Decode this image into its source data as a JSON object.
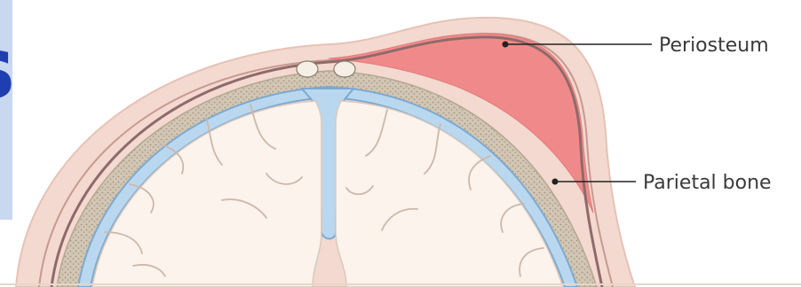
{
  "labels": {
    "periosteum": "Periosteum",
    "parietal_bone": "Parietal bone"
  },
  "side_panel": {
    "glyph": "s"
  },
  "colors": {
    "side_panel_bg": "#c9d8f1",
    "side_panel_text": "#1f3fb0",
    "scalp_outer": "#f3d9cf",
    "skin_line": "#c79a90",
    "hematoma": "#f08a8a",
    "periosteum_line": "#8f6a6a",
    "bone": "#d2c6b4",
    "bone_dots": "#a2927c",
    "meninges_blue": "#7ea9cf",
    "csf_blue": "#b9d8ef",
    "brain": "#fbf3ec",
    "leader_line": "#222222"
  }
}
